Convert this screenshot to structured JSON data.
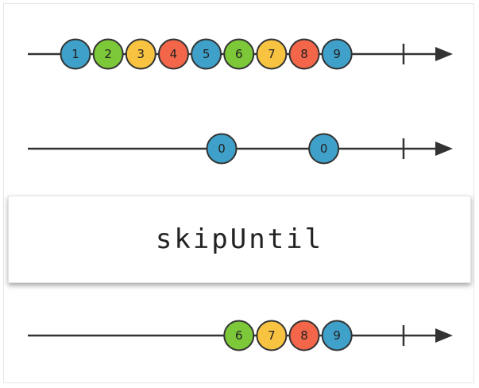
{
  "operator": {
    "label": "skipUntil"
  },
  "timelines": [
    {
      "id": "source",
      "marbles": [
        {
          "value": "1",
          "color": "#3fa0c9",
          "t": 0.0
        },
        {
          "value": "2",
          "color": "#7cc838",
          "t": 0.087
        },
        {
          "value": "3",
          "color": "#f7c341",
          "t": 0.174
        },
        {
          "value": "4",
          "color": "#f36649",
          "t": 0.261
        },
        {
          "value": "5",
          "color": "#3fa0c9",
          "t": 0.348
        },
        {
          "value": "6",
          "color": "#7cc838",
          "t": 0.435
        },
        {
          "value": "7",
          "color": "#f7c341",
          "t": 0.522
        },
        {
          "value": "8",
          "color": "#f36649",
          "t": 0.609
        },
        {
          "value": "9",
          "color": "#3fa0c9",
          "t": 0.696
        }
      ],
      "complete": true
    },
    {
      "id": "notifier",
      "marbles": [
        {
          "value": "0",
          "color": "#3fa0c9",
          "t": 0.389
        },
        {
          "value": "0",
          "color": "#3fa0c9",
          "t": 0.661
        }
      ],
      "complete": true
    },
    {
      "id": "result",
      "marbles": [
        {
          "value": "6",
          "color": "#7cc838",
          "t": 0.435
        },
        {
          "value": "7",
          "color": "#f7c341",
          "t": 0.522
        },
        {
          "value": "8",
          "color": "#f36649",
          "t": 0.609
        },
        {
          "value": "9",
          "color": "#3fa0c9",
          "t": 0.696
        }
      ],
      "complete": true
    }
  ]
}
